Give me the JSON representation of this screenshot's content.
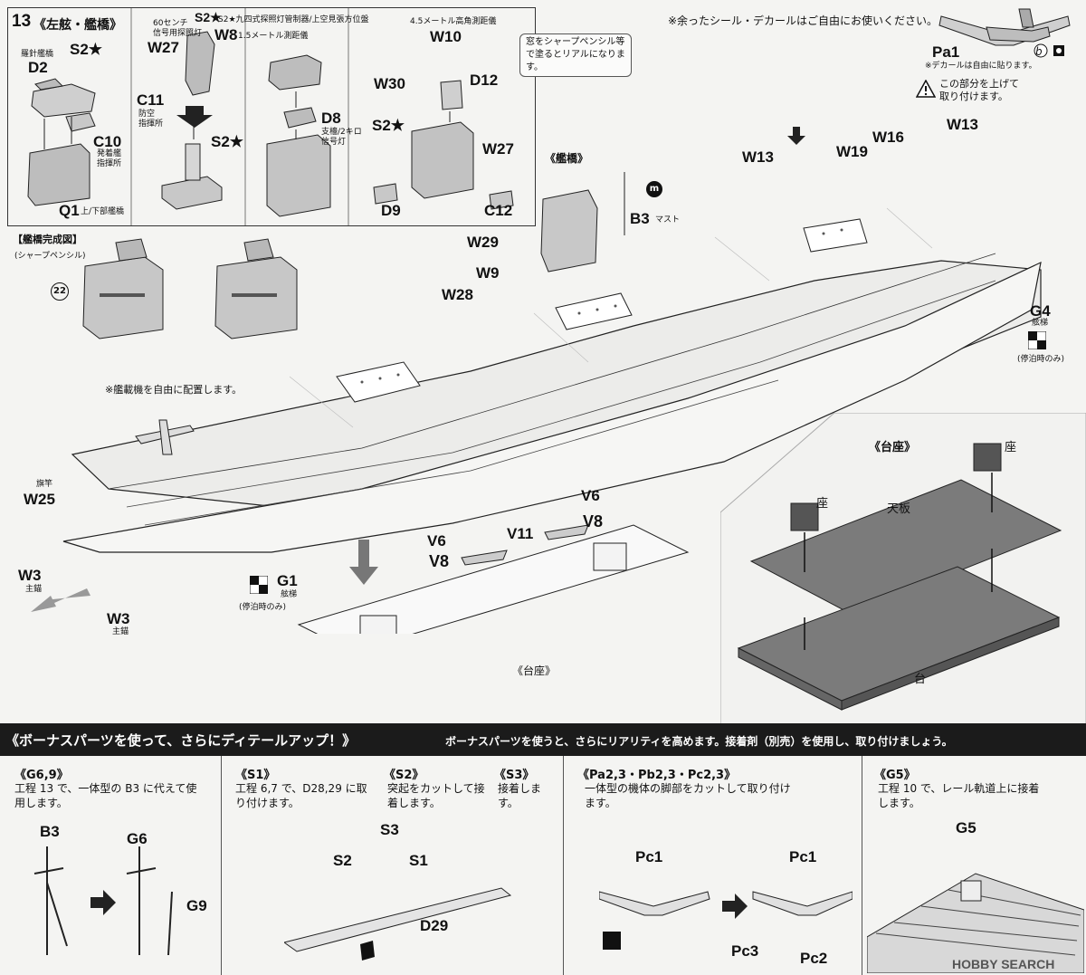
{
  "top_note": "※余ったシール・デカールはご自由にお使いください。",
  "step": {
    "number": "13",
    "title": "《左舷・艦橋》",
    "labels": {
      "D2": "D2",
      "D2_sub": "羅針艦橋",
      "S2star": "S2★",
      "W27": "W27",
      "W27_sub": "60センチ\n信号用探照灯",
      "S2W8_head": "S2★九四式探照灯管制器/上空見張方位盤",
      "W8": "W8",
      "W8_sub": "1.5メートル測距儀",
      "C10": "C10",
      "C10_sub": "発着艦\n指揮所",
      "C11": "C11",
      "C11_sub": "防空\n指揮所",
      "D8": "D8",
      "D8_sub": "支檣/2キロ\n信号灯",
      "Q1": "Q1",
      "Q1_sub": "上/下部艦橋",
      "W10_sub": "4.5メートル高角測距儀",
      "W10": "W10",
      "W30": "W30",
      "D12": "D12",
      "S2b": "S2★",
      "W27b": "W27",
      "D9": "D9",
      "C12": "C12"
    }
  },
  "note_box": "窓をシャープペンシル等で塗るとリアルになります。",
  "bridge_done": {
    "title": "【艦橋完成図】",
    "pencil": "(シャープペンシル)",
    "num": "22"
  },
  "pa1": {
    "label": "Pa1",
    "decal_note": "※デカールは自由に貼ります。",
    "b": "b"
  },
  "warn": {
    "text": "この部分を上げて\n取り付けます。"
  },
  "ship_labels": {
    "W13a": "W13",
    "W13b": "W13",
    "W19": "W19",
    "W16": "W16",
    "kankyo": "《艦橋》",
    "B3": "B3",
    "B3_sub": "マスト",
    "m": "m",
    "W29": "W29",
    "W9": "W9",
    "W28": "W28",
    "G4": "G4",
    "G4_sub": "舷梯",
    "G4_note": "(停泊時のみ)",
    "aircraft_note": "※艦載機を自由に配置します。",
    "flag_sub": "旗竿",
    "W25": "W25",
    "W3a": "W3",
    "W3a_sub": "主錨",
    "W3b": "W3",
    "W3b_sub": "主錨",
    "G1": "G1",
    "G1_sub": "舷梯",
    "G1_note": "(停泊時のみ)",
    "V6a": "V6",
    "V6b": "V6",
    "V11": "V11",
    "V8a": "V8",
    "V8b": "V8",
    "stand_label": "《台座》"
  },
  "stand_detail": {
    "title": "《台座》",
    "za1": "座",
    "za2": "座",
    "tenban": "天板",
    "dai": "台"
  },
  "bonus": {
    "title": "《ボーナスパーツを使って、さらにディテールアップ！》",
    "desc": "ボーナスパーツを使うと、さらにリアリティを高めます。接着剤（別売）を使用し、取り付けましょう。",
    "g69": {
      "head": "《G6,9》",
      "text": "工程 13 で、一体型の B3 に代えて使用します。",
      "B3": "B3",
      "G6": "G6",
      "G9": "G9"
    },
    "s1": {
      "head": "《S1》",
      "text": "工程 6,7 で、D28,29 に取り付けます。"
    },
    "s2": {
      "head": "《S2》",
      "text": "突起をカットして接着します。"
    },
    "s3": {
      "head": "《S3》",
      "text": "接着します。",
      "S3": "S3",
      "S2": "S2",
      "S1": "S1",
      "D29": "D29"
    },
    "pa": {
      "head": "《Pa2,3・Pb2,3・Pc2,3》",
      "text": "一体型の機体の脚部をカットして取り付けます。",
      "Pc1a": "Pc1",
      "Pc1b": "Pc1",
      "Pc3": "Pc3",
      "Pc2": "Pc2"
    },
    "g5": {
      "head": "《G5》",
      "text": "工程 10 で、レール軌道上に接着します。",
      "G5": "G5"
    }
  },
  "watermark": "HOBBY SEARCH"
}
